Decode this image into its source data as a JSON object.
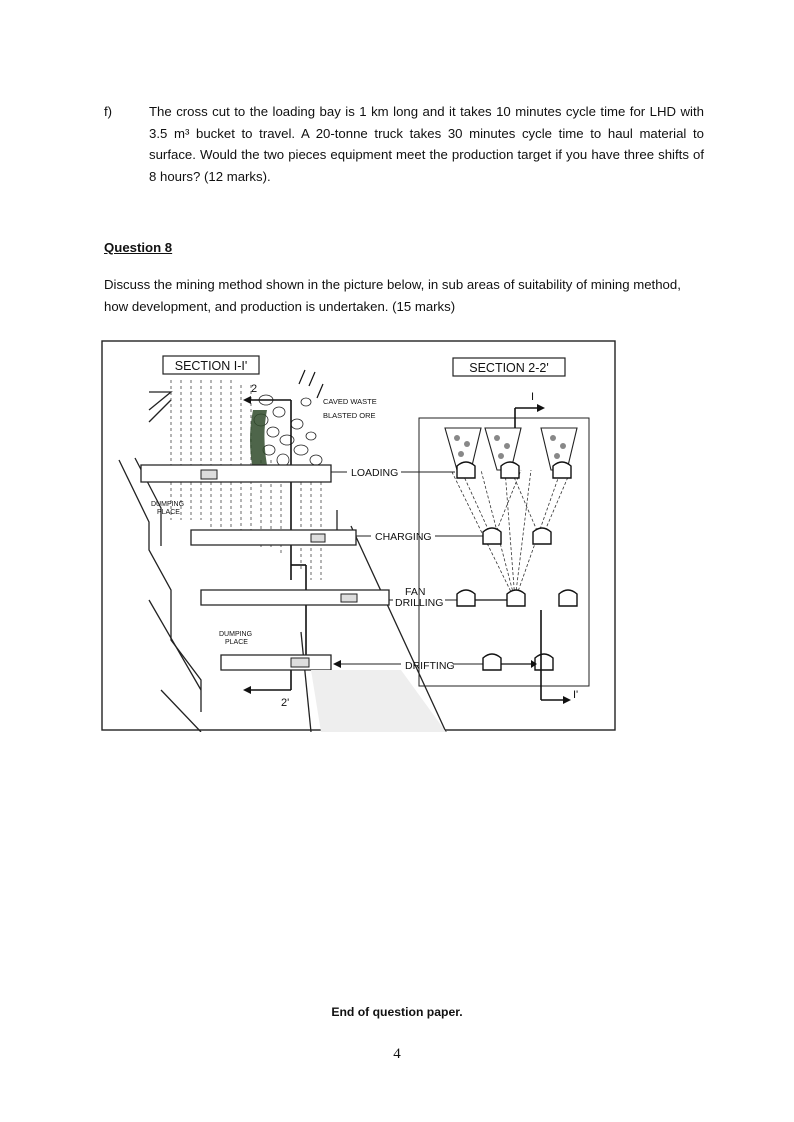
{
  "question_f": {
    "label": "f)",
    "text": "The cross cut to the loading bay is 1 km long and it takes 10 minutes cycle time for LHD with 3.5 m³ bucket to travel. A 20-tonne truck takes 30 minutes cycle time to haul material to surface. Would the two pieces equipment meet the production target if you have three shifts of 8 hours? (12 marks)."
  },
  "question_8": {
    "heading": "Question 8",
    "text": "Discuss the mining method shown in the picture below, in sub areas of suitability of mining method, how development, and production is undertaken. (15 marks)"
  },
  "figure": {
    "section_left": "SECTION I-I'",
    "section_right": "SECTION 2-2'",
    "caved_waste": "CAVED WASTE",
    "blasted_ore": "BLASTED ORE",
    "loading": "LOADING",
    "charging": "CHARGING",
    "fan": "FAN",
    "drilling": "DRILLING",
    "drifting": "DRIFTING",
    "dumping_place": [
      "DUMPING",
      "PLACE"
    ],
    "marker_2": "2",
    "marker_2p": "2'",
    "marker_1": "I",
    "marker_1p": "I'"
  },
  "footer": {
    "end_text": "End of question paper.",
    "page_number": "4"
  }
}
